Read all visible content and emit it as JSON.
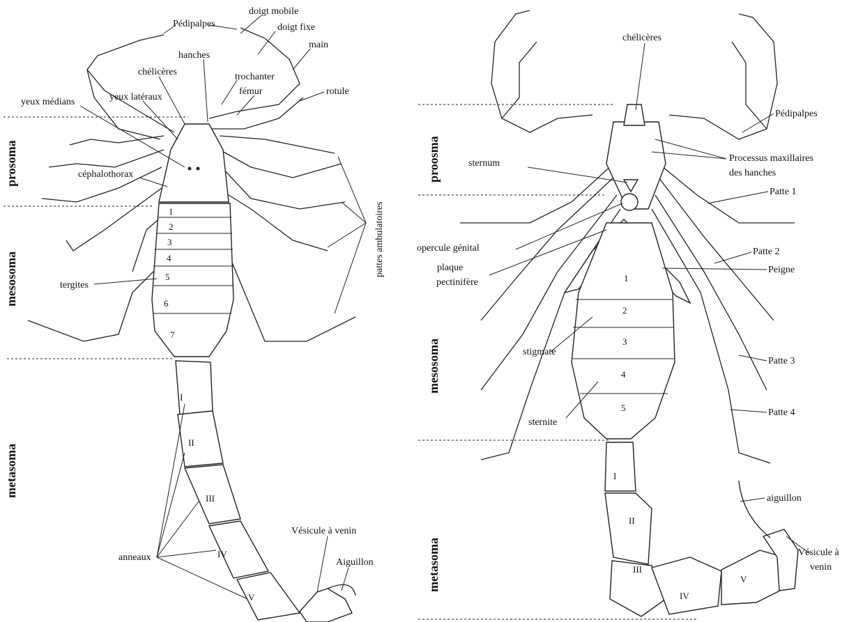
{
  "left_figure": {
    "regions": {
      "prosoma": "prosoma",
      "mesosoma": "mesosoma",
      "metasoma": "metasoma"
    },
    "labels": {
      "pedipalpes": "Pédipalpes",
      "doigt_mobile": "doigt mobile",
      "doigt_fixe": "doigt fixe",
      "main": "main",
      "hanches": "hanches",
      "cheliceres": "chélicères",
      "trochanter": "trochanter",
      "femur": "fémur",
      "rotule": "rotule",
      "yeux_medians": "yeux médians",
      "yeux_lateraux": "yeux latéraux",
      "cephalothorax": "céphalothorax",
      "pattes_ambulatoires": "pattes ambulatoires",
      "tergites": "tergites",
      "anneaux": "anneaux",
      "vesicule": "Vésicule à venin",
      "aiguillon": "Aiguillon"
    },
    "tergite_numbers": [
      "1",
      "2",
      "3",
      "4",
      "5",
      "6",
      "7"
    ],
    "ring_numbers": [
      "I",
      "II",
      "III",
      "IV",
      "V"
    ]
  },
  "right_figure": {
    "regions": {
      "proosma": "proosma",
      "mesosoma": "mesosoma",
      "metasoma": "metasoma"
    },
    "labels": {
      "cheliceres": "chélicères",
      "pedipalpes": "Pédipalpes",
      "processus_line1": "Processus maxillaires",
      "processus_line2": "des hanches",
      "sternum": "sternum",
      "patte1": "Patte 1",
      "opercule": "opercule génital",
      "plaque_line1": "plaque",
      "plaque_line2": "pectinifère",
      "patte2": "Patte 2",
      "peigne": "Peigne",
      "stigmate": "stigmate",
      "patte3": "Patte 3",
      "patte4": "Patte 4",
      "sternite": "sternite",
      "aiguillon": "aiguillon",
      "vesicule_line1": "Vésicule à",
      "vesicule_line2": "venin"
    },
    "sternite_numbers": [
      "1",
      "2",
      "3",
      "4",
      "5"
    ],
    "ring_numbers": [
      "I",
      "II",
      "III",
      "IV",
      "V"
    ]
  }
}
